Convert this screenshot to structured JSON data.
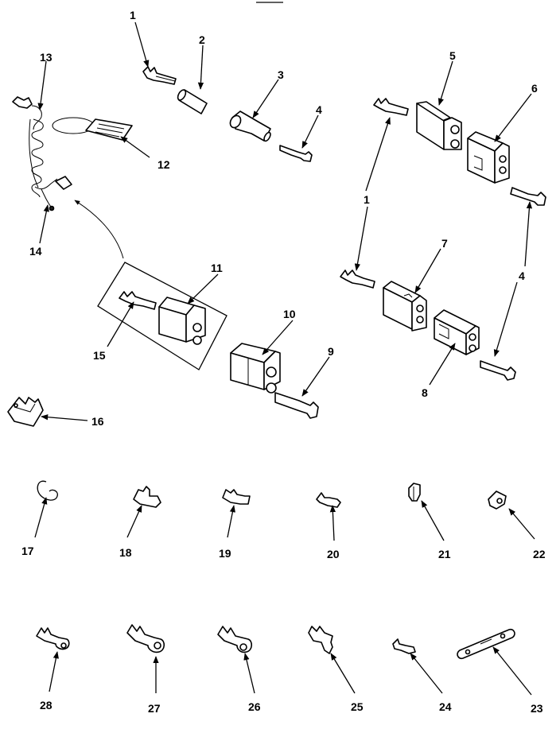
{
  "diagram": {
    "tag_text": "",
    "callouts": [
      "1",
      "2",
      "3",
      "4",
      "5",
      "6",
      "7",
      "8",
      "9",
      "10",
      "11",
      "12",
      "13",
      "14",
      "15",
      "16",
      "17",
      "18",
      "19",
      "20",
      "21",
      "22",
      "23",
      "24",
      "25",
      "26",
      "27",
      "28",
      "1",
      "4"
    ]
  }
}
